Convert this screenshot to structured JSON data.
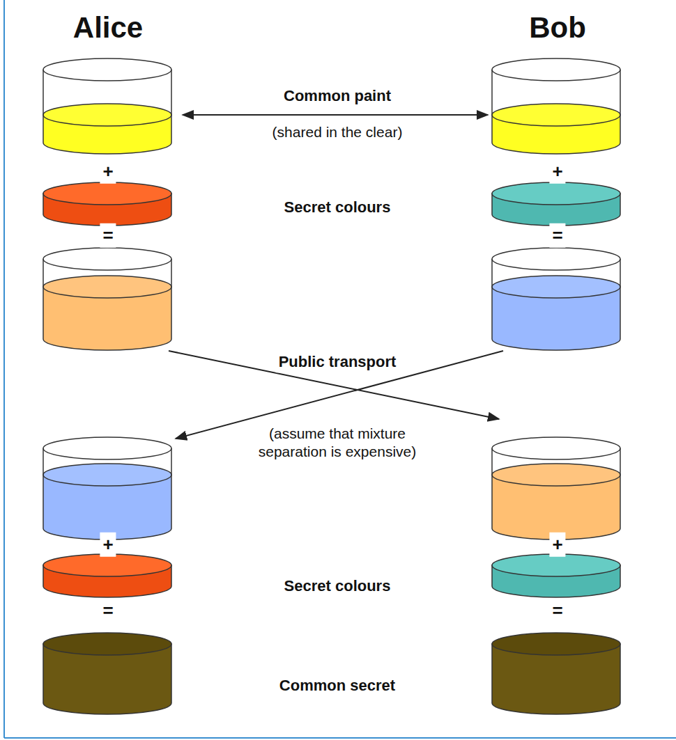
{
  "diagram": {
    "labels": [
      "Alice",
      "Bob",
      "Common paint",
      "(shared in the clear)",
      "+",
      "+",
      "Secret colours",
      "=",
      "=",
      "Public transport",
      "(assume that mixture separation is expensive)",
      "+",
      "+",
      "Secret colours",
      "=",
      "=",
      "Common secret"
    ]
  }
}
